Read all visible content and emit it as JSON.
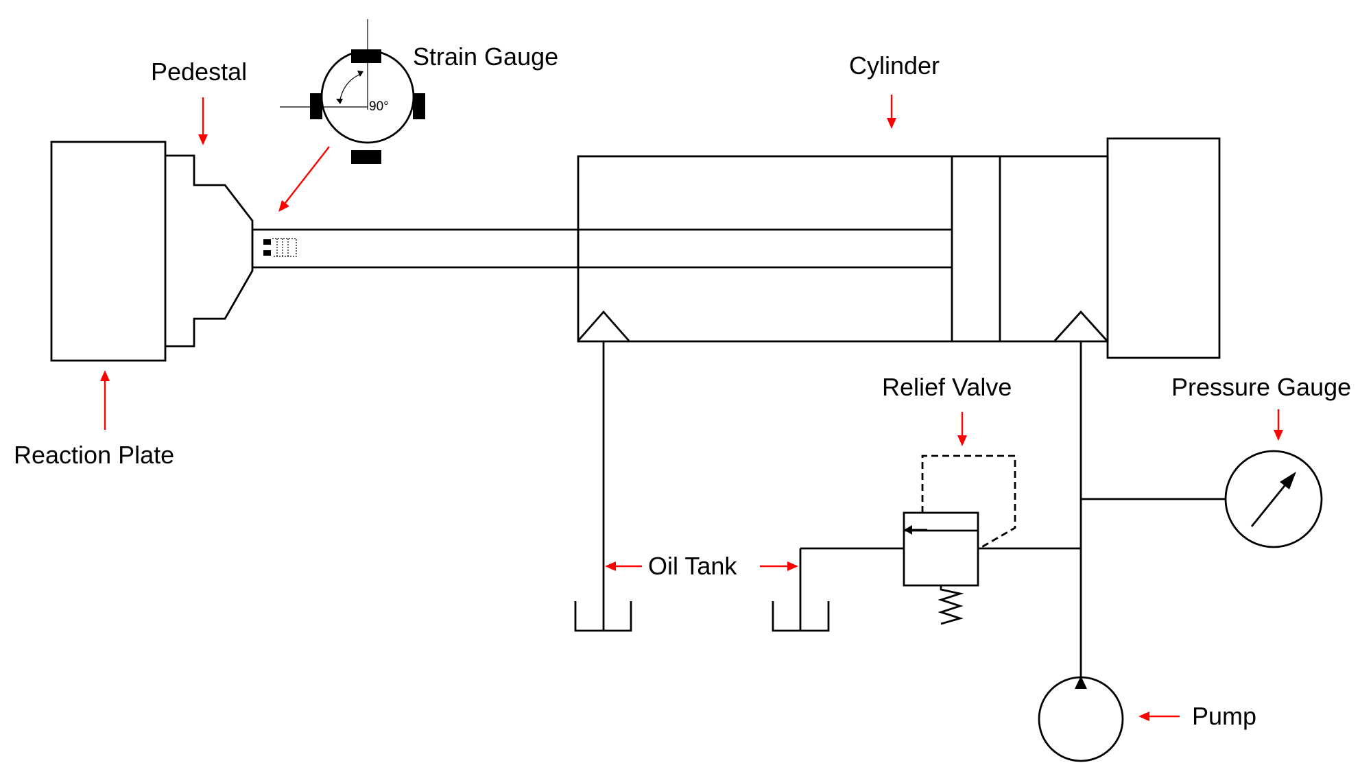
{
  "labels": {
    "pedestal": "Pedestal",
    "strain_gauge": "Strain Gauge",
    "angle": "90°",
    "cylinder": "Cylinder",
    "reaction_plate": "Reaction Plate",
    "relief_valve": "Relief Valve",
    "pressure_gauge": "Pressure Gauge",
    "oil_tank": "Oil Tank",
    "pump": "Pump"
  },
  "colors": {
    "line": "#000000",
    "arrow": "#ff0000",
    "background": "#ffffff"
  }
}
